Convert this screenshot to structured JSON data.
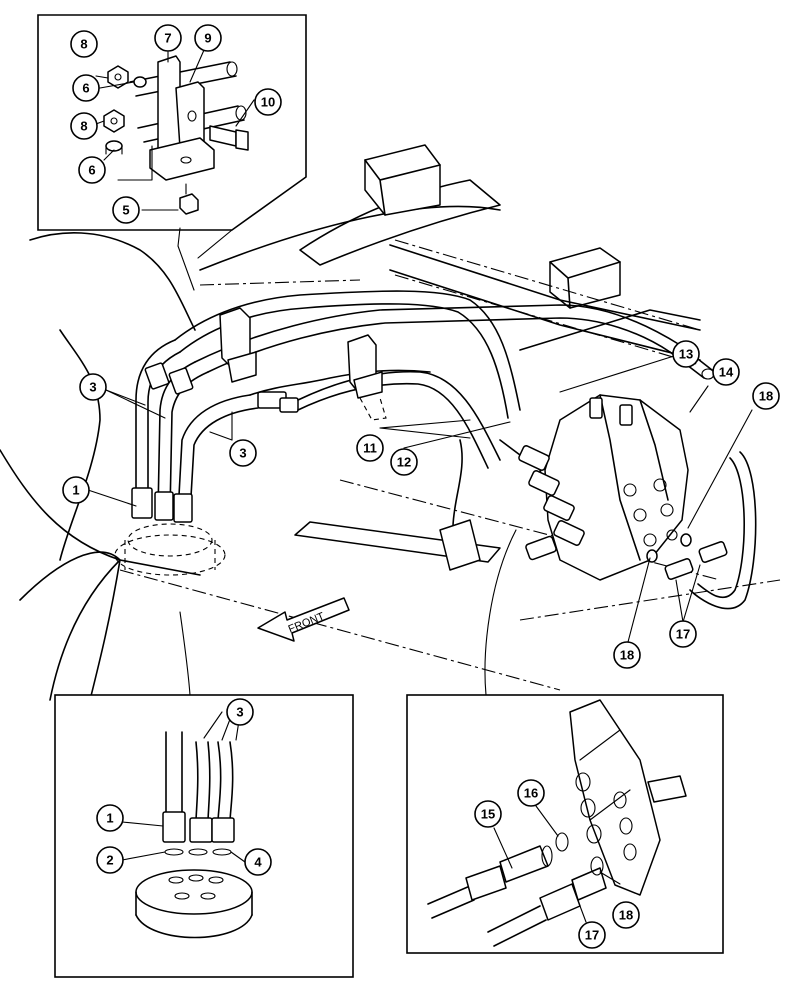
{
  "front_label": "FRONT",
  "callouts": {
    "c1": "1",
    "c2": "2",
    "c3": "3",
    "c4": "4",
    "c5": "5",
    "c6": "6",
    "c7": "7",
    "c8": "8",
    "c9": "9",
    "c10": "10",
    "c11": "11",
    "c12": "12",
    "c13": "13",
    "c14": "14",
    "c15": "15",
    "c16": "16",
    "c17": "17",
    "c18": "18"
  }
}
